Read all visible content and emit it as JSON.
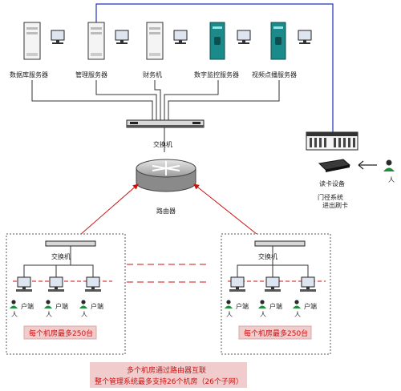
{
  "servers": [
    {
      "label": "数据库服务器",
      "kind": "white"
    },
    {
      "label": "管理服务器",
      "kind": "white"
    },
    {
      "label": "财务机",
      "kind": "white"
    },
    {
      "label": "数字监控服务器",
      "kind": "teal"
    },
    {
      "label": "视频点播服务器",
      "kind": "teal"
    }
  ],
  "core_switch_label": "交换机",
  "router_label": "路由器",
  "card_reader_label": "读卡设备",
  "access_system_label_line1": "门径系统",
  "access_system_label_line2": "进出刷卡",
  "person_label": "人",
  "rooms": [
    {
      "switch_label": "交换机",
      "capacity_note": "每个机房最多250台",
      "user_label": "户端",
      "person_label": "人"
    },
    {
      "switch_label": "交换机",
      "capacity_note": "每个机房最多250台",
      "user_label": "户端",
      "person_label": "人"
    }
  ],
  "footer_line1": "多个机房通过路由器互联",
  "footer_line2": "整个管理系统最多支持26个机房（26个子网）",
  "colors": {
    "red": "#cc1111",
    "blue": "#2233bb",
    "teal": "#1a8a8a",
    "note_bg": "#f0cccc"
  }
}
